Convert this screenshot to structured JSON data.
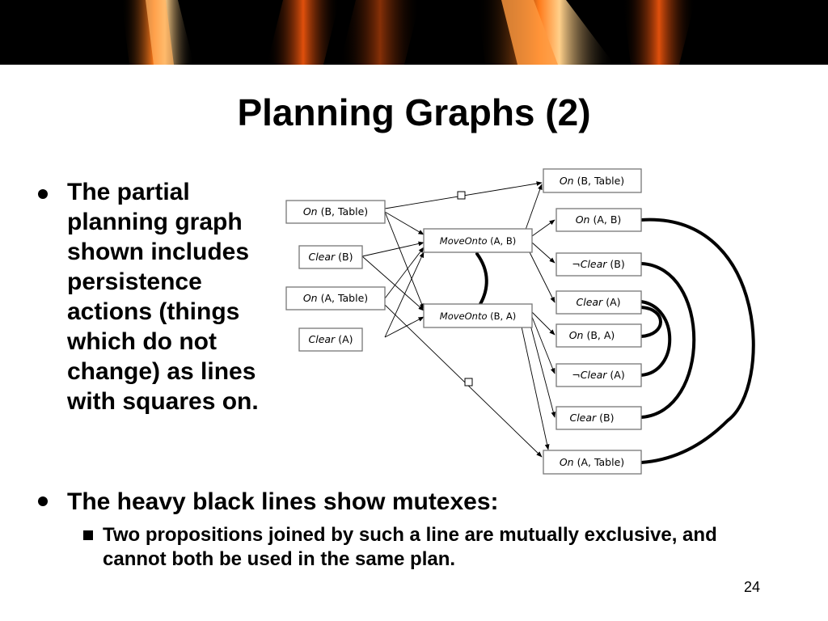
{
  "slide": {
    "title": "Planning Graphs (2)",
    "bullets": [
      "The partial planning graph shown includes persistence actions (things which do not change) as lines with squares on.",
      "The heavy black lines show mutexes:"
    ],
    "sub_bullets": [
      "Two propositions joined by such a line are mutually exclusive, and cannot both be used in the same plan."
    ],
    "page_number": "24"
  },
  "graph": {
    "level0": [
      {
        "pred": "On",
        "args": "(B, Table)"
      },
      {
        "pred": "Clear",
        "args": "(B)"
      },
      {
        "pred": "On",
        "args": "(A, Table)"
      },
      {
        "pred": "Clear",
        "args": "(A)"
      }
    ],
    "actions": [
      {
        "pred": "MoveOnto",
        "args": "(A, B)"
      },
      {
        "pred": "MoveOnto",
        "args": "(B, A)"
      }
    ],
    "level1": [
      {
        "pred": "On",
        "args": "(B, Table)"
      },
      {
        "pred": "On",
        "args": "(A, B)"
      },
      {
        "pred": "¬Clear",
        "args": "(B)"
      },
      {
        "pred": "Clear",
        "args": "(A)"
      },
      {
        "pred": "On",
        "args": "(B, A)"
      },
      {
        "pred": "¬Clear",
        "args": "(A)"
      },
      {
        "pred": "Clear",
        "args": "(B)"
      },
      {
        "pred": "On",
        "args": "(A, Table)"
      }
    ]
  },
  "colors": {
    "banner_background": "#000000",
    "banner_flame": "#f06010",
    "node_border": "#777777"
  }
}
